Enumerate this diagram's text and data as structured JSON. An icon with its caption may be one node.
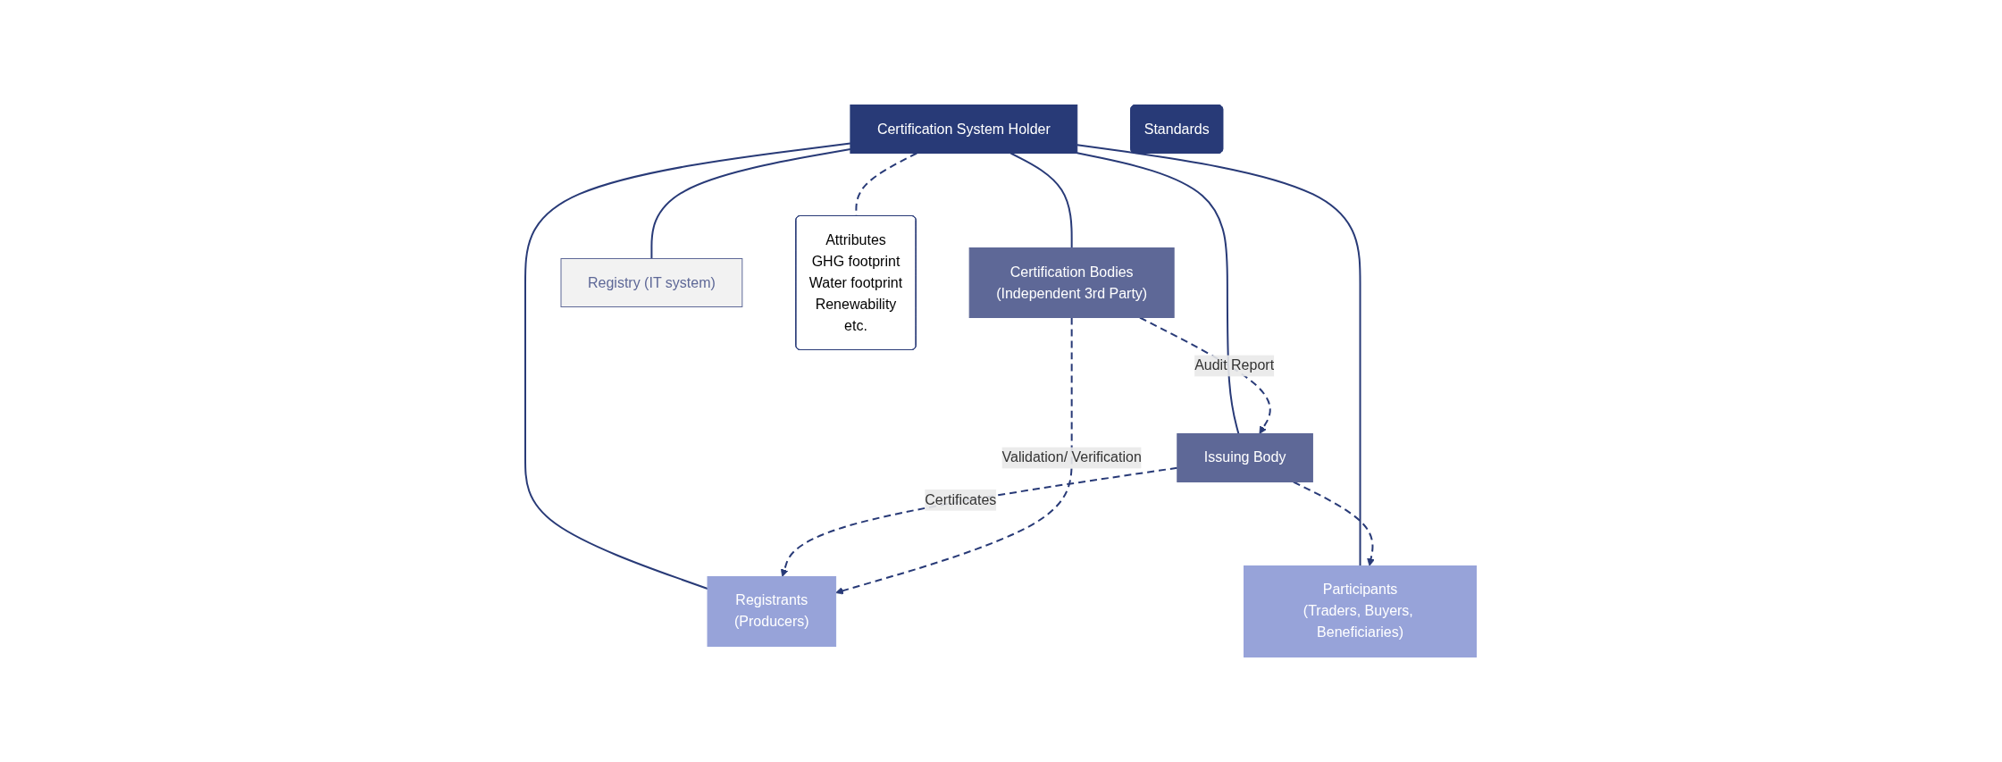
{
  "diagram": {
    "nodes": [
      {
        "text": [
          "Certification System Holder"
        ]
      },
      {
        "text": [
          "Issuing Body"
        ]
      },
      {
        "text": [
          "Certification Bodies",
          "(Independent 3rd Party)"
        ]
      },
      {
        "text": [
          "Registry (IT system)"
        ]
      },
      {
        "text": [
          "Participants",
          "(Traders, Buyers, Beneficiaries)"
        ]
      },
      {
        "text": [
          "Registrants",
          "(Producers)"
        ]
      },
      {
        "text": [
          "Attributes",
          "GHG footprint",
          "Water footprint",
          "Renewability",
          "etc."
        ]
      },
      {
        "text": [
          "Standards"
        ]
      }
    ],
    "edges": [
      {
        "from": 0,
        "to": 1,
        "arrow": "none"
      },
      {
        "from": 0,
        "to": 2,
        "arrow": "none"
      },
      {
        "from": 0,
        "to": 3,
        "arrow": "none"
      },
      {
        "from": 0,
        "to": 4,
        "arrow": "none"
      },
      {
        "from": 0,
        "to": 5,
        "arrow": "none"
      },
      {
        "from": 0,
        "to": 6,
        "arrow": "none",
        "style": "dashed"
      },
      {
        "from": 2,
        "to": 1,
        "arrow": "to",
        "label": "Audit Report",
        "style": "dashed"
      },
      {
        "from": 1,
        "to": 5,
        "arrow": "to",
        "label": "Certificates",
        "style": "dashed"
      },
      {
        "from": 1,
        "to": 4,
        "arrow": "to",
        "style": "dashed"
      },
      {
        "from": 2,
        "to": 5,
        "arrow": "to",
        "label": "Validation/ Verification",
        "style": "dashed"
      }
    ]
  }
}
